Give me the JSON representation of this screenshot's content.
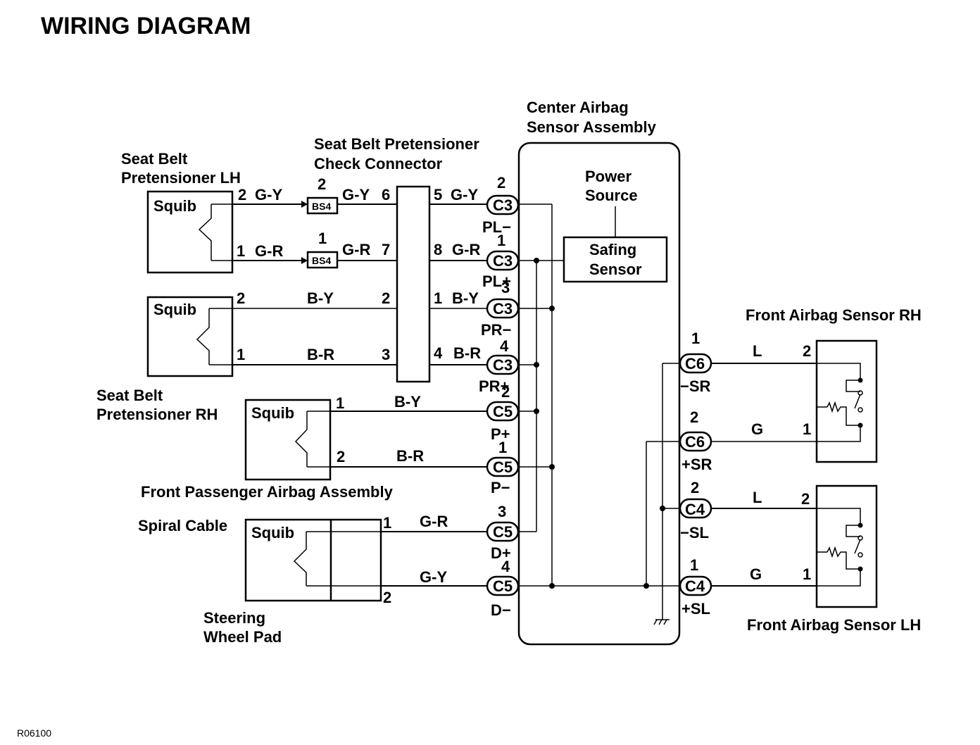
{
  "title": "WIRING DIAGRAM",
  "figure_code": "R06100",
  "components": {
    "pretensioner_lh": "Seat Belt\nPretensioner LH",
    "check_connector": "Seat Belt Pretensioner\nCheck Connector",
    "center_sensor": "Center Airbag\nSensor Assembly",
    "power_source": "Power\nSource",
    "safing_sensor": "Safing\nSensor",
    "pretensioner_rh": "Seat Belt\nPretensioner RH",
    "front_passenger": "Front Passenger Airbag Assembly",
    "spiral_cable": "Spiral Cable",
    "steering_pad": "Steering\nWheel Pad",
    "front_sensor_rh": "Front Airbag Sensor RH",
    "front_sensor_lh": "Front Airbag Sensor LH",
    "squib": "Squib",
    "bs4": "BS4"
  },
  "wires": [
    {
      "id": "w1",
      "left_pin": "2",
      "left_color": "G-Y",
      "splice_pin": "2",
      "mid_color": "G-Y",
      "cc_in": "6",
      "cc_out": "5",
      "right_color": "G-Y",
      "conn": "C3",
      "conn_pin": "2",
      "terminal": "PL−"
    },
    {
      "id": "w2",
      "left_pin": "1",
      "left_color": "G-R",
      "splice_pin": "1",
      "mid_color": "G-R",
      "cc_in": "7",
      "cc_out": "8",
      "right_color": "G-R",
      "conn": "C3",
      "conn_pin": "1",
      "terminal": "PL+"
    },
    {
      "id": "w3",
      "left_pin": "2",
      "mid_color": "B-Y",
      "cc_in": "2",
      "cc_out": "1",
      "right_color": "B-Y",
      "conn": "C3",
      "conn_pin": "3",
      "terminal": "PR−"
    },
    {
      "id": "w4",
      "left_pin": "1",
      "mid_color": "B-R",
      "cc_in": "3",
      "cc_out": "4",
      "right_color": "B-R",
      "conn": "C3",
      "conn_pin": "4",
      "terminal": "PR+"
    },
    {
      "id": "w5",
      "left_pin": "1",
      "mid_color": "B-Y",
      "conn": "C5",
      "conn_pin": "2",
      "terminal": "P+"
    },
    {
      "id": "w6",
      "left_pin": "2",
      "mid_color": "B-R",
      "conn": "C5",
      "conn_pin": "1",
      "terminal": "P−"
    },
    {
      "id": "w7",
      "left_pin": "1",
      "mid_color": "G-R",
      "conn": "C5",
      "conn_pin": "3",
      "terminal": "D+"
    },
    {
      "id": "w8",
      "left_pin": "2",
      "mid_color": "G-Y",
      "conn": "C5",
      "conn_pin": "4",
      "terminal": "D−"
    }
  ],
  "right_wires": [
    {
      "id": "r1",
      "conn": "C6",
      "conn_pin": "1",
      "terminal": "−SR",
      "color": "L",
      "sensor_pin": "2"
    },
    {
      "id": "r2",
      "conn": "C6",
      "conn_pin": "2",
      "terminal": "+SR",
      "color": "G",
      "sensor_pin": "1"
    },
    {
      "id": "r3",
      "conn": "C4",
      "conn_pin": "2",
      "terminal": "−SL",
      "color": "L",
      "sensor_pin": "2"
    },
    {
      "id": "r4",
      "conn": "C4",
      "conn_pin": "1",
      "terminal": "+SL",
      "color": "G",
      "sensor_pin": "1"
    }
  ]
}
